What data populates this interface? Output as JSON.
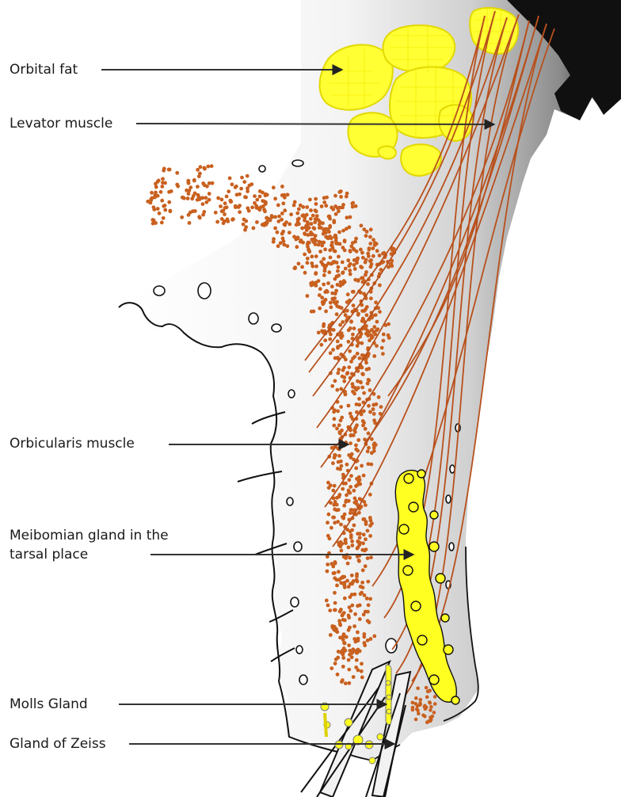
{
  "labels": {
    "orbital_fat": "Orbital fat",
    "levator_muscle": "Levator muscle",
    "orbicularis_muscle": "Orbicularis muscle",
    "meibomian_gland": "Meibomian gland in the tarsal place",
    "molls_gland": "Molls Gland",
    "gland_of_zeiss": "Gland of Zeiss"
  },
  "colors": {
    "fat": "#ffff33",
    "fat_outline": "#e6e600",
    "muscle_fiber": "#b8501c",
    "orbicularis_dots": "#c8601f",
    "gland": "#ffff22",
    "outline": "#111111",
    "arrow": "#333333",
    "skin": "#f2f2f2",
    "shadow": "#111111"
  }
}
